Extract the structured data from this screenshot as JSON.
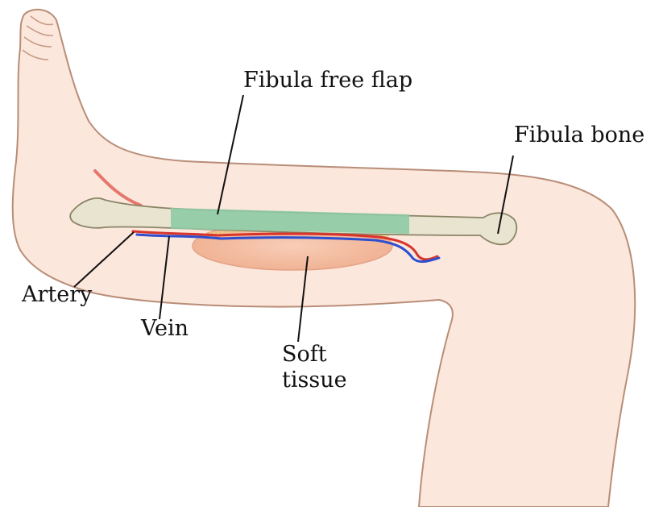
{
  "labels": {
    "fibula_free_flap": "Fibula free flap",
    "fibula_bone": "Fibula bone",
    "artery": "Artery",
    "vein": "Vein",
    "soft_tissue_line1": "Soft",
    "soft_tissue_line2": "tissue"
  },
  "colors": {
    "skin": "#fbe7dc",
    "skin_outline": "#b98d78",
    "bone": "#e8e4cf",
    "flap_highlight": "#8fcaa5",
    "artery": "#d9342b",
    "vein": "#2d4fcf",
    "soft_tissue": "#f3b89c",
    "leader_line": "#111111"
  }
}
